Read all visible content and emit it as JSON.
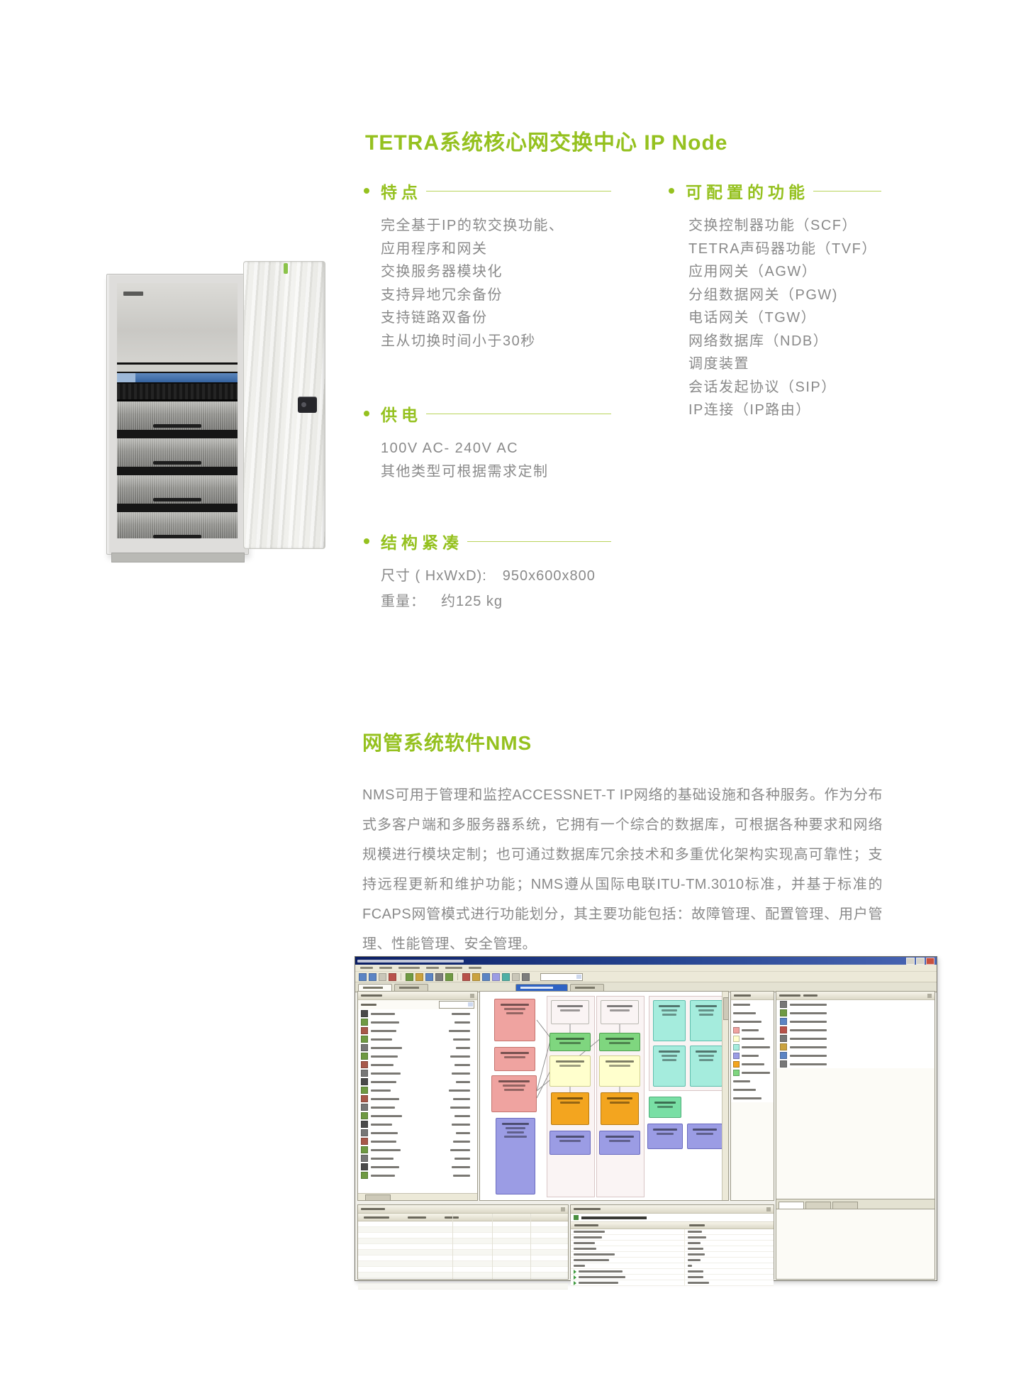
{
  "page": {
    "title": "TETRA系统核心网交换中心 IP Node",
    "accent_color": "#95c11f",
    "body_text_color": "#8a8a8a"
  },
  "sections": {
    "features": {
      "heading": "特点",
      "items": [
        "完全基于IP的软交换功能、",
        "应用程序和网关",
        "交换服务器模块化",
        "支持异地冗余备份",
        "支持链路双备份",
        "主从切换时间小于30秒"
      ]
    },
    "configurable": {
      "heading": "可配置的功能",
      "items": [
        "交换控制器功能（SCF）",
        "TETRA声码器功能（TVF）",
        "应用网关（AGW）",
        "分组数据网关（PGW)",
        "电话网关（TGW）",
        "网络数据库（NDB）",
        "调度装置",
        "会话发起协议（SIP）",
        "IP连接（IP路由）"
      ]
    },
    "power": {
      "heading": "供电",
      "items": [
        "100V AC- 240V AC",
        "其他类型可根据需求定制"
      ]
    },
    "compact": {
      "heading": "结构紧凑",
      "rows": [
        {
          "label": "尺寸 ( HxWxD):",
          "value": "950x600x800"
        },
        {
          "label": "重量：",
          "value": "约125 kg"
        }
      ]
    }
  },
  "nms": {
    "heading": "网管系统软件NMS",
    "paragraph": "NMS可用于管理和监控ACCESSNET-T IP网络的基础设施和各种服务。作为分布式多客户端和多服务器系统，它拥有一个综合的数据库，可根据各种要求和网络规模进行模块定制；也可通过数据库冗余技术和多重优化架构实现高可靠性；支持远程更新和维护功能；NMS遵从国际电联ITU-TM.3010标准，并基于标准的FCAPS网管模式进行功能划分，其主要功能包括：故障管理、配置管理、用户管理、性能管理、安全管理。"
  },
  "screenshot": {
    "titlebar_color": "#0b1e63",
    "chrome_color": "#ece9d8",
    "selected_tab_color": "#2f63c4",
    "node_colors": {
      "salmon": "#efa3a0",
      "green": "#7fd67f",
      "yellow": "#ffffcd",
      "orange": "#f3a51f",
      "periwinkle": "#9b9ce4",
      "cyan": "#a5ecdd",
      "mint": "#79dfa5",
      "pale": "#ededе8"
    },
    "node_borders": {
      "salmon": "#c4746e",
      "green": "#4f9e4f",
      "yellow": "#cfcf8f",
      "orange": "#b87a10",
      "periwinkle": "#6a6bbf",
      "cyan": "#5fbfae",
      "mint": "#4fae78",
      "pale": "#b9b9b2"
    },
    "canvas_containers": [
      [
        94,
        6,
        66,
        282
      ],
      [
        164,
        6,
        66,
        282
      ],
      [
        238,
        6,
        110,
        132
      ]
    ],
    "canvas_nodes": [
      [
        "salmon",
        20,
        10,
        58,
        60
      ],
      [
        "salmon",
        20,
        78,
        58,
        34
      ],
      [
        "salmon",
        16,
        118,
        64,
        52
      ],
      [
        "periwinkle",
        22,
        178,
        56,
        108
      ],
      [
        "pale",
        100,
        12,
        54,
        34
      ],
      [
        "pale",
        170,
        12,
        54,
        34
      ],
      [
        "green",
        98,
        58,
        58,
        26
      ],
      [
        "green",
        168,
        58,
        58,
        26
      ],
      [
        "yellow",
        98,
        90,
        58,
        44
      ],
      [
        "yellow",
        168,
        90,
        58,
        44
      ],
      [
        "orange",
        100,
        142,
        54,
        46
      ],
      [
        "orange",
        170,
        142,
        54,
        46
      ],
      [
        "periwinkle",
        98,
        196,
        58,
        34
      ],
      [
        "periwinkle",
        168,
        196,
        58,
        34
      ],
      [
        "cyan",
        244,
        12,
        46,
        58
      ],
      [
        "cyan",
        296,
        12,
        46,
        58
      ],
      [
        "cyan",
        244,
        76,
        46,
        58
      ],
      [
        "cyan",
        296,
        76,
        46,
        58
      ],
      [
        "mint",
        238,
        148,
        46,
        30
      ],
      [
        "periwinkle",
        236,
        186,
        50,
        36
      ],
      [
        "periwinkle",
        292,
        186,
        50,
        36
      ]
    ],
    "connectors": [
      [
        80,
        40,
        100,
        66
      ],
      [
        80,
        140,
        100,
        66
      ],
      [
        80,
        140,
        170,
        66
      ],
      [
        80,
        150,
        100,
        110
      ],
      [
        127,
        46,
        127,
        58
      ],
      [
        197,
        46,
        197,
        58
      ],
      [
        127,
        134,
        127,
        142
      ],
      [
        197,
        134,
        197,
        142
      ]
    ],
    "toolbar_icons": [
      "#5b84c4",
      "#5b84c4",
      "#c9c6b8",
      "#b8524a",
      "#6f9a43",
      "#caa23f",
      "#5b84c4",
      "#7d7d7d",
      "#6f9a43",
      "#b8524a",
      "#caa23f",
      "#5b84c4",
      "#9b9ce4",
      "#4fb0a5",
      "#c9c6b8",
      "#7d7d7d"
    ],
    "tree_rows": [
      [
        "#4a4a4a",
        34,
        26
      ],
      [
        "#6f9a43",
        40,
        22
      ],
      [
        "#a8584a",
        36,
        30
      ],
      [
        "#6f9a43",
        30,
        24
      ],
      [
        "#777777",
        44,
        20
      ],
      [
        "#6f9a43",
        38,
        28
      ],
      [
        "#a8584a",
        32,
        22
      ],
      [
        "#777777",
        42,
        26
      ],
      [
        "#4a4a4a",
        36,
        20
      ],
      [
        "#6f9a43",
        28,
        30
      ],
      [
        "#a8584a",
        40,
        24
      ],
      [
        "#777777",
        34,
        28
      ],
      [
        "#6f9a43",
        44,
        22
      ],
      [
        "#4a4a4a",
        30,
        26
      ],
      [
        "#777777",
        38,
        20
      ],
      [
        "#a8584a",
        36,
        24
      ],
      [
        "#6f9a43",
        42,
        28
      ],
      [
        "#777777",
        32,
        22
      ],
      [
        "#4a4a4a",
        40,
        26
      ],
      [
        "#6f9a43",
        34,
        24
      ]
    ],
    "palette_rows": [
      null,
      null,
      null,
      "#efa3a0",
      "#ffffcd",
      "#a5ecdd",
      "#9b9ce4",
      "#f3a51f",
      "#7fd67f",
      null,
      null,
      null
    ],
    "right_rows": [
      "#777777",
      "#6f9a43",
      "#5b84c4",
      "#b8524a",
      "#777777",
      "#caa23f",
      "#5b84c4",
      "#777777"
    ],
    "message_rows": 12,
    "param_rows": [
      [
        44,
        20,
        0
      ],
      [
        40,
        26,
        0
      ],
      [
        30,
        18,
        0
      ],
      [
        32,
        22,
        0
      ],
      [
        58,
        24,
        0
      ],
      [
        50,
        18,
        0
      ],
      [
        16,
        6,
        0
      ],
      [
        62,
        22,
        1
      ],
      [
        66,
        22,
        1
      ],
      [
        56,
        30,
        1
      ]
    ]
  }
}
